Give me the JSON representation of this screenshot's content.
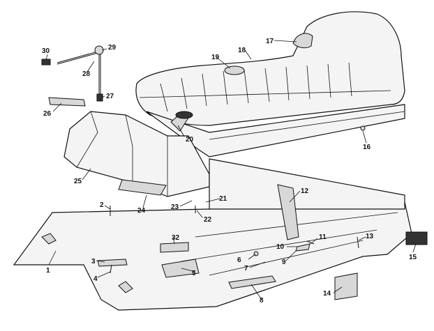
{
  "callouts": {
    "c1": "1",
    "c2": "2",
    "c3": "3",
    "c4": "4",
    "c5": "5",
    "c6": "6",
    "c7": "7",
    "c8": "8",
    "c9": "9",
    "c10": "10",
    "c11": "11",
    "c12": "12",
    "c13": "13",
    "c14": "14",
    "c15": "15",
    "c16": "16",
    "c17": "17",
    "c18": "18",
    "c19": "19",
    "c20": "20",
    "c21": "21",
    "c22": "22",
    "c23": "23",
    "c24": "24",
    "c25": "25",
    "c26": "26",
    "c27": "27",
    "c28": "28",
    "c29": "29",
    "c30": "30",
    "c32": "32"
  }
}
